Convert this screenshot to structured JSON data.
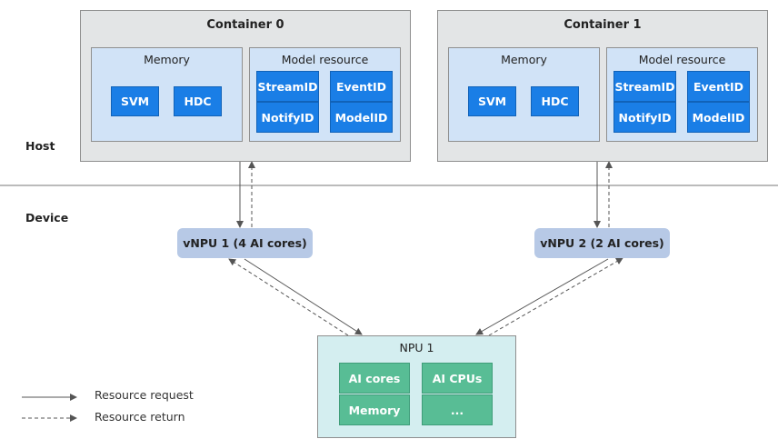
{
  "containers": [
    {
      "title": "Container 0",
      "memory": {
        "title": "Memory",
        "items": [
          "SVM",
          "HDC"
        ]
      },
      "model": {
        "title": "Model resource",
        "items": [
          "StreamID",
          "EventID",
          "NotifyID",
          "ModelID"
        ]
      }
    },
    {
      "title": "Container 1",
      "memory": {
        "title": "Memory",
        "items": [
          "SVM",
          "HDC"
        ]
      },
      "model": {
        "title": "Model resource",
        "items": [
          "StreamID",
          "EventID",
          "NotifyID",
          "ModelID"
        ]
      }
    }
  ],
  "host_label": "Host",
  "device_label": "Device",
  "vnpus": [
    "vNPU 1 (4 AI cores)",
    "vNPU 2 (2 AI cores)"
  ],
  "npu": {
    "title": "NPU 1",
    "items": [
      "AI cores",
      "AI CPUs",
      "Memory",
      "..."
    ]
  },
  "legend": {
    "request": "Resource request",
    "return": "Resource return"
  },
  "colors": {
    "blue_box": "#1a7ee6",
    "green_box": "#58bd95",
    "vnpu": "#b7c9e6",
    "container": "#e3e5e6",
    "panel": "#d1e3f7",
    "npu": "#d4eef0"
  }
}
